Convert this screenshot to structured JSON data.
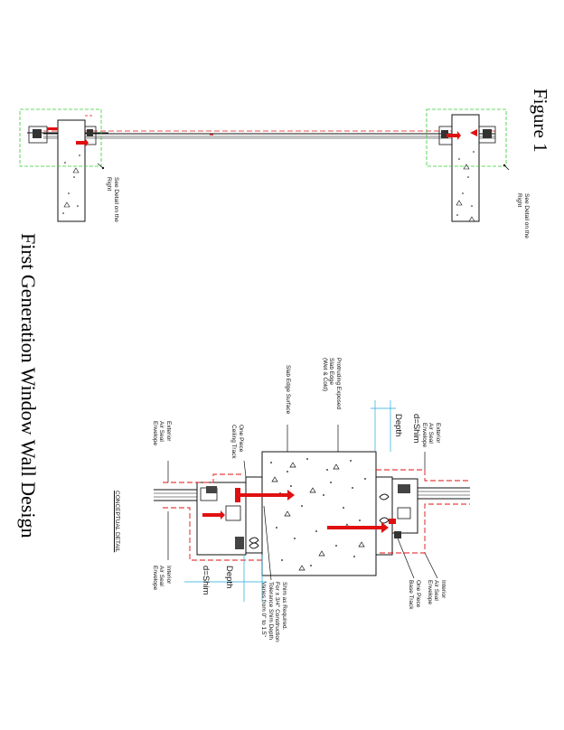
{
  "figure_label": "Figure 1",
  "main_title": "First Generation Window Wall Design",
  "conceptual_label": "CONCEPTUAL DETAIL",
  "top_notes": {
    "left": [
      "See Detail on the",
      "Right"
    ],
    "right": [
      "See Detail on the",
      "Right"
    ]
  },
  "detail_labels": {
    "slab_edge_surface": "Slab Edge Surface",
    "protruding_slab": [
      "Protruding Exposed",
      "Slab Edge",
      "(Wet & Cold)"
    ],
    "shim_top": "d=Shim",
    "depth_top": "Depth",
    "exterior_air_seal_top": [
      "Exterior",
      "Air Seal",
      "Envelope"
    ],
    "one_piece_ceiling_track": [
      "One Piece",
      "Ceiling Track"
    ],
    "exterior_air_seal_bottom": [
      "Exterior",
      "Air Seal",
      "Envelope"
    ],
    "interior_air_seal_bottom": [
      "Interior",
      "Air Seal",
      "Envelope"
    ],
    "shim_bottom": "d=Shim",
    "depth_bottom": "Depth",
    "shim_note": [
      "Shim as Required.",
      "For ± 3/4\" Construction",
      "Tolerance Shim Depth",
      "Varies from 0\" to 1.5\""
    ],
    "one_piece_base_track": [
      "One Piece",
      "Base Track"
    ],
    "interior_air_seal_top": [
      "Interior",
      "Air Seal",
      "Envelope"
    ]
  },
  "colors": {
    "linework": "#111111",
    "fastener": "#e01010",
    "air_seal": "#e01010",
    "detail_box": "#33cc33",
    "dimension": "#22aadd"
  }
}
